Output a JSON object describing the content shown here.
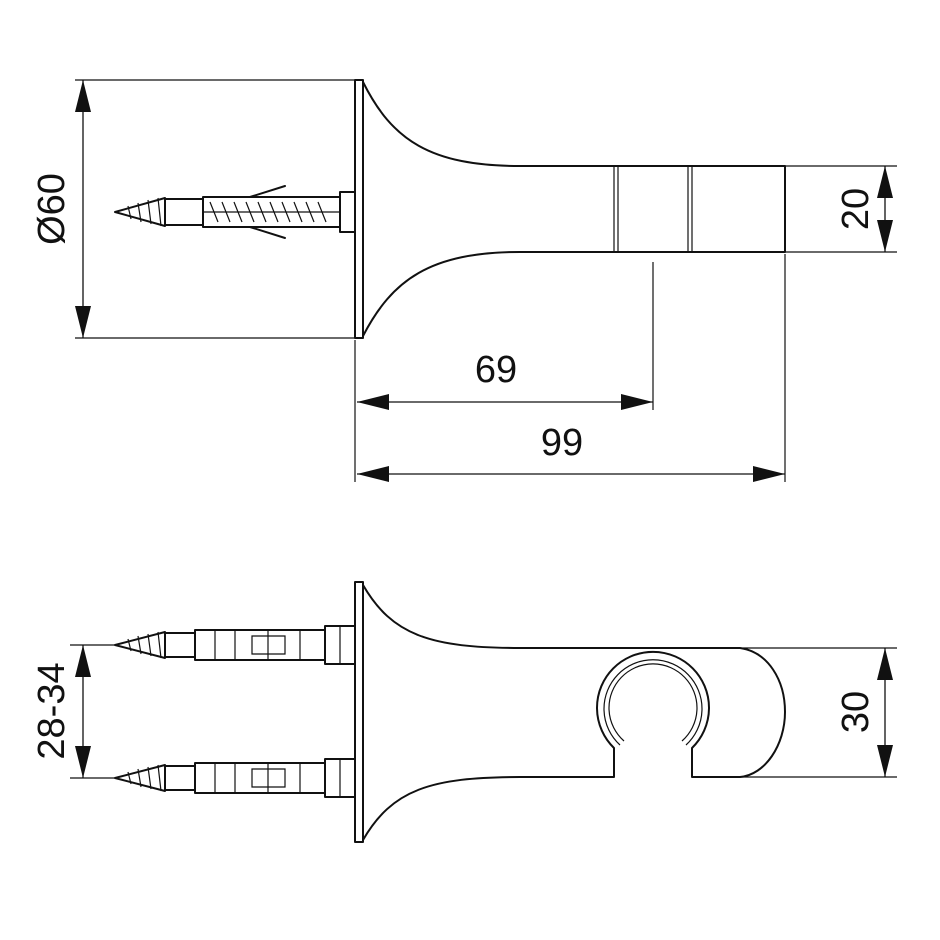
{
  "top_view": {
    "dim_diameter": "Ø60",
    "dim_height": "20",
    "dim_inner_length": "69",
    "dim_total_length": "99"
  },
  "side_view": {
    "dim_spacing": "28-34",
    "dim_height": "30"
  },
  "colors": {
    "ink": "#111111",
    "background": "#ffffff"
  }
}
